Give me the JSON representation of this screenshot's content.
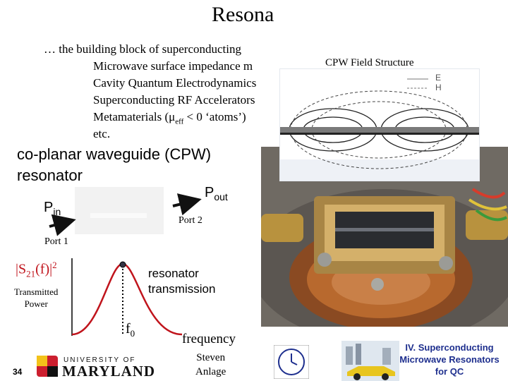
{
  "title": "Resona",
  "intro": "… the building block of superconducting",
  "bullets": [
    "Microwave surface impedance m",
    "Cavity Quantum Electrodynamics",
    "Superconducting RF Accelerators",
    "Metamaterials (μ",
    "eff",
    " < 0 ‘atoms’)",
    "etc."
  ],
  "cpw_heading": [
    "co-planar waveguide (CPW)",
    "resonator"
  ],
  "cpw_field": {
    "title": "CPW Field Structure",
    "legend": [
      "E",
      "H"
    ]
  },
  "diagram": {
    "pin_main": "P",
    "pin_sub": "in",
    "pout_main": "P",
    "pout_sub": "out",
    "port1": "Port 1",
    "port2": "Port 2"
  },
  "plot": {
    "s21_a": "|S",
    "s21_sub": "21",
    "s21_b": "(f)|",
    "s21_sup": "2",
    "ylabel": [
      "Transmitted",
      "Power"
    ],
    "annotation": [
      "resonator",
      "transmission"
    ],
    "f0_main": "f",
    "f0_sub": "0",
    "xlabel": "frequency"
  },
  "footer": {
    "page": "34",
    "university_line1": "UNIVERSITY OF",
    "university_line2": "MARYLAND",
    "speaker": [
      "Steven",
      "Anlage"
    ],
    "section": [
      "IV. Superconducting",
      "Microwave Resonators",
      "for QC"
    ]
  },
  "colors": {
    "accent_red": "#c0141c",
    "section_blue": "#1e2f8e",
    "copper": "#b8692e"
  }
}
